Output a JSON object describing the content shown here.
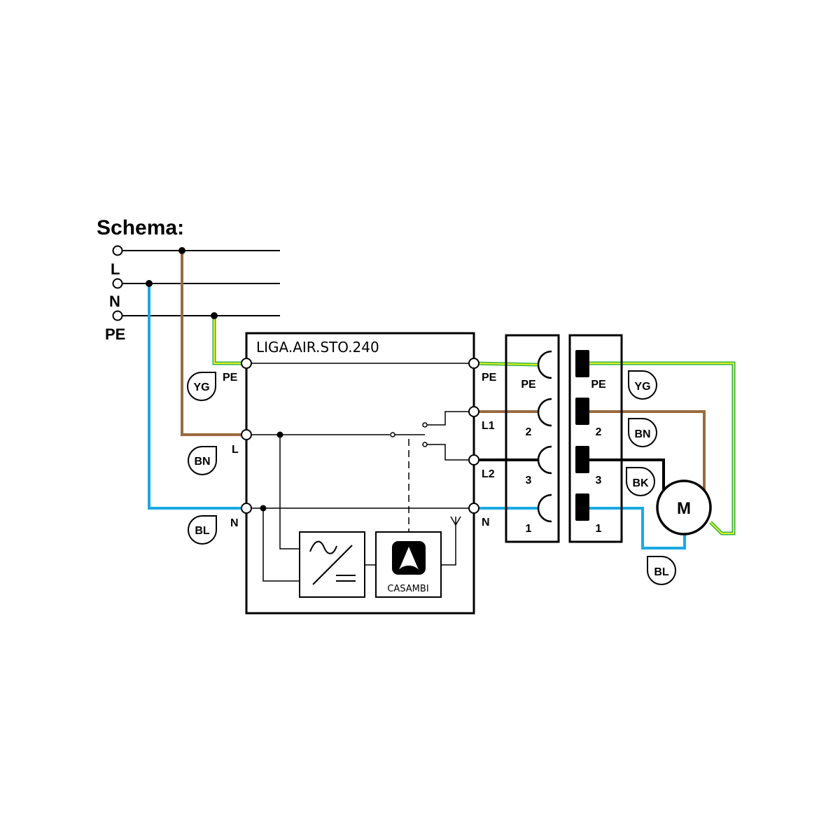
{
  "title": "Schema:",
  "supply": {
    "lines": [
      {
        "id": "L",
        "label": "L"
      },
      {
        "id": "N",
        "label": "N"
      },
      {
        "id": "PE",
        "label": "PE"
      }
    ]
  },
  "device": {
    "name": "LIGA.AIR.STO.240",
    "left_terminals": [
      "PE",
      "L",
      "N"
    ],
    "right_terminals": [
      "PE",
      "L1",
      "L2",
      "N"
    ],
    "converter_symbol": "ac-dc-converter-icon",
    "controller_label": "CASAMBI",
    "controller_icon": "casambi-logo-icon",
    "antenna_icon": "antenna-icon"
  },
  "connector_female": {
    "pins": [
      "PE",
      "2",
      "3",
      "1"
    ]
  },
  "connector_male": {
    "pins": [
      "PE",
      "2",
      "3",
      "1"
    ]
  },
  "motor": {
    "label": "M"
  },
  "wire_tags": {
    "left": [
      "YG",
      "BN",
      "BL"
    ],
    "right": [
      "YG",
      "BN",
      "BK",
      "BL"
    ]
  },
  "colors": {
    "brown": "#9a6b3f",
    "blue": "#1aa9e1",
    "green": "#2cb34a",
    "yellow": "#e8f21a",
    "black": "#000000"
  }
}
